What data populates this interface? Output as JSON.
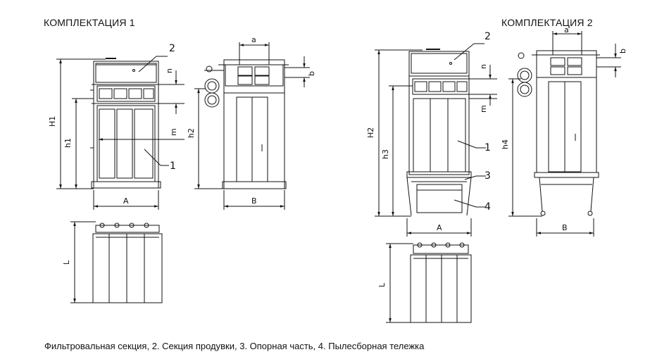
{
  "titles": {
    "set1": "КОМПЛЕКТАЦИЯ 1",
    "set2": "КОМПЛЕКТАЦИЯ 2"
  },
  "caption": "Фильтровальная секция, 2. Секция продувки, 3. Опорная часть, 4. Пылесборная тележка",
  "dimensions": {
    "H1": "H1",
    "h1": "h1",
    "h2": "h2",
    "H2": "H2",
    "h3": "h3",
    "h4": "h4",
    "A": "A",
    "B": "B",
    "L": "L",
    "a": "a",
    "b": "b",
    "n": "n",
    "m": "m"
  },
  "callouts": {
    "c1": "1",
    "c2": "2",
    "c3": "3",
    "c4": "4"
  }
}
